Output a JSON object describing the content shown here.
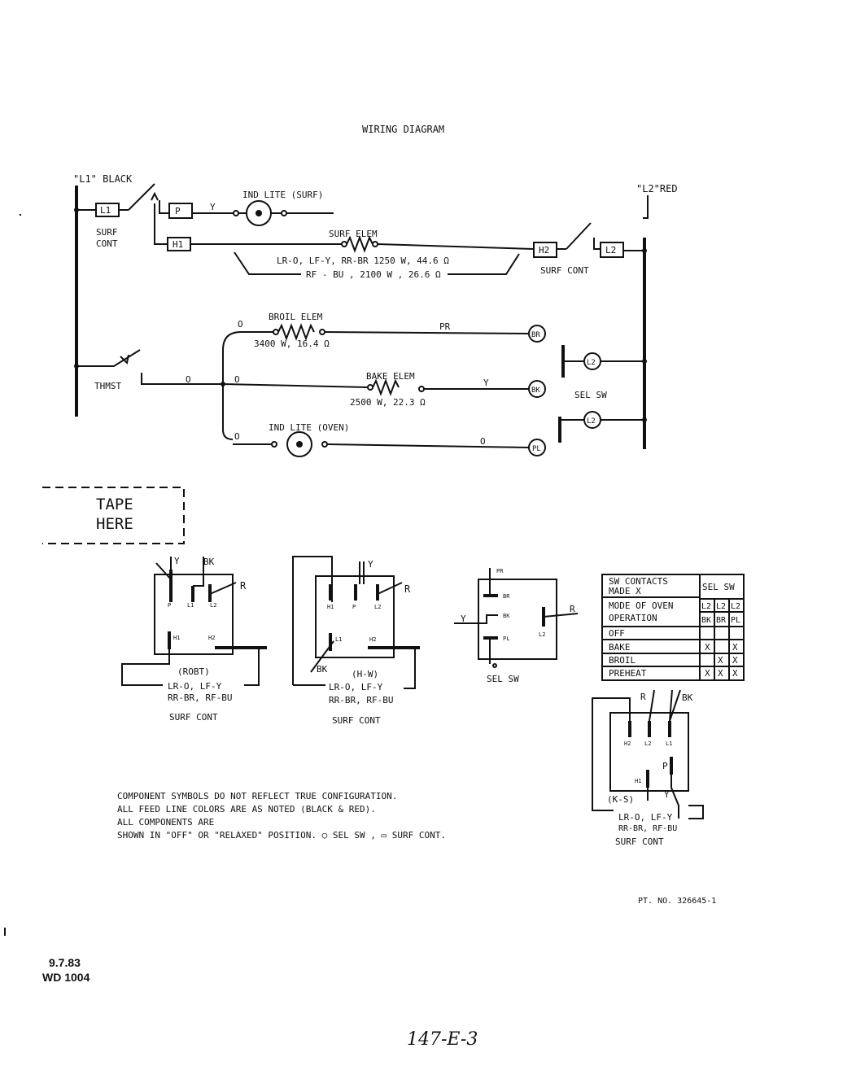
{
  "title": "WIRING DIAGRAM",
  "power": {
    "l1": "\"L1\" BLACK",
    "l2": "\"L2\"RED"
  },
  "schematic": {
    "surf_cont_left": [
      "SURF",
      "CONT"
    ],
    "surf_cont_right": "SURF CONT",
    "ind_lite_surf": "IND LITE (SURF)",
    "surf_elem": "SURF ELEM",
    "surf_elem_spec1": "LR-O, LF-Y, RR-BR 1250 W, 44.6 Ω",
    "surf_elem_spec2": "RF - BU , 2100 W , 26.6 Ω",
    "broil_elem": "BROIL ELEM",
    "broil_spec": "3400 W, 16.4 Ω",
    "bake_elem": "BAKE ELEM",
    "bake_spec": "2500 W, 22.3 Ω",
    "ind_lite_oven": "IND LITE (OVEN)",
    "thmst": "THMST",
    "sel_sw": "SEL SW",
    "wires": {
      "o": "O",
      "y": "Y",
      "pr": "PR"
    },
    "terminals": {
      "l1": "L1",
      "l2": "L2",
      "p": "P",
      "h1": "H1",
      "h2": "H2",
      "br": "BR",
      "bk": "BK",
      "pl": "PL"
    }
  },
  "tape": [
    "TAPE",
    "HERE"
  ],
  "switches": {
    "robt": {
      "model": "(ROBT)",
      "colors1": "LR-O, LF-Y",
      "colors2": "RR-BR, RF-BU",
      "caption": "SURF CONT"
    },
    "hw": {
      "model": "(H-W)",
      "colors1": "LR-O, LF-Y",
      "colors2": "RR-BR, RF-BU",
      "caption": "SURF CONT"
    },
    "ks": {
      "model": "(K-S)",
      "colors1": "LR-O, LF-Y",
      "colors2": "RR-BR, RF-BU",
      "caption": "SURF CONT"
    },
    "sel": {
      "caption": "SEL SW"
    },
    "wire_labels": {
      "y": "Y",
      "bk": "BK",
      "r": "R",
      "pr": "PR",
      "p": "P",
      "l1": "L1",
      "l2": "L2",
      "h1": "H1",
      "h2": "H2",
      "br": "BR",
      "pl": "PL"
    }
  },
  "contacts_table": {
    "header_left": [
      "SW CONTACTS",
      "MADE X"
    ],
    "header_right": "SEL SW",
    "subheader_left": [
      "MODE OF OVEN",
      "OPERATION"
    ],
    "columns": [
      "L2",
      "L2",
      "L2"
    ],
    "columns2": [
      "BK",
      "BR",
      "PL"
    ],
    "rows": [
      {
        "mode": "OFF",
        "marks": [
          "",
          "",
          ""
        ]
      },
      {
        "mode": "BAKE",
        "marks": [
          "X",
          "",
          "X"
        ]
      },
      {
        "mode": "BROIL",
        "marks": [
          "",
          "X",
          "X"
        ]
      },
      {
        "mode": "PREHEAT",
        "marks": [
          "X",
          "X",
          "X"
        ]
      }
    ]
  },
  "notes": [
    "COMPONENT SYMBOLS DO NOT REFLECT TRUE CONFIGURATION.",
    "ALL FEED LINE COLORS ARE AS NOTED (BLACK & RED).",
    "ALL  COMPONENTS  ARE",
    "SHOWN IN \"OFF\" OR \"RELAXED\" POSITION.  ○ SEL SW ,  ▭ SURF CONT."
  ],
  "part_no": "PT. NO. 326645-1",
  "date": "9.7.83",
  "doc_id": "WD 1004",
  "page_ref": "147-E-3"
}
